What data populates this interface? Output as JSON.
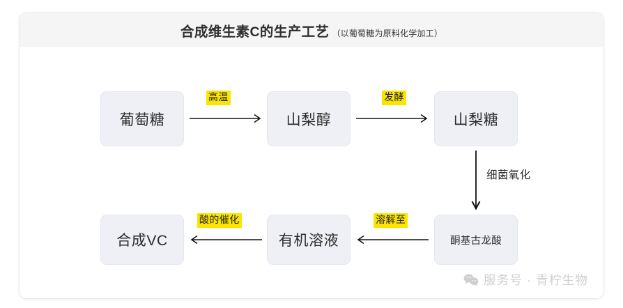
{
  "card": {
    "title": "合成维生素C的生产工艺",
    "subtitle": "（以葡萄糖为原料化学加工）"
  },
  "diagram": {
    "type": "flowchart",
    "nodes": [
      {
        "id": "glucose",
        "label": "葡萄糖"
      },
      {
        "id": "sorbitol",
        "label": "山梨醇"
      },
      {
        "id": "sorbose",
        "label": "山梨糖"
      },
      {
        "id": "kga",
        "label": "酮基古龙酸"
      },
      {
        "id": "organic",
        "label": "有机溶液"
      },
      {
        "id": "vc",
        "label": "合成VC"
      }
    ],
    "edges": [
      {
        "id": "e1",
        "from": "glucose",
        "to": "sorbitol",
        "label": "高温",
        "highlight": true,
        "direction": "right"
      },
      {
        "id": "e2",
        "from": "sorbitol",
        "to": "sorbose",
        "label": "发酵",
        "highlight": true,
        "direction": "right"
      },
      {
        "id": "e3",
        "from": "sorbose",
        "to": "kga",
        "label": "细菌氧化",
        "highlight": false,
        "direction": "down"
      },
      {
        "id": "e4",
        "from": "kga",
        "to": "organic",
        "label": "溶解至",
        "highlight": true,
        "direction": "left"
      },
      {
        "id": "e5",
        "from": "organic",
        "to": "vc",
        "label": "酸的催化",
        "highlight": true,
        "direction": "left"
      }
    ]
  },
  "footer": {
    "icon": "wechat-icon",
    "text": "服务号 · 青柠生物"
  },
  "colors": {
    "highlight": "#fbe500",
    "node_fill": "#eef0f5",
    "node_border": "#e4e7ee",
    "header_bg": "#f5f5f5",
    "arrow": "#111111",
    "watermark": "#cfcfcf"
  }
}
